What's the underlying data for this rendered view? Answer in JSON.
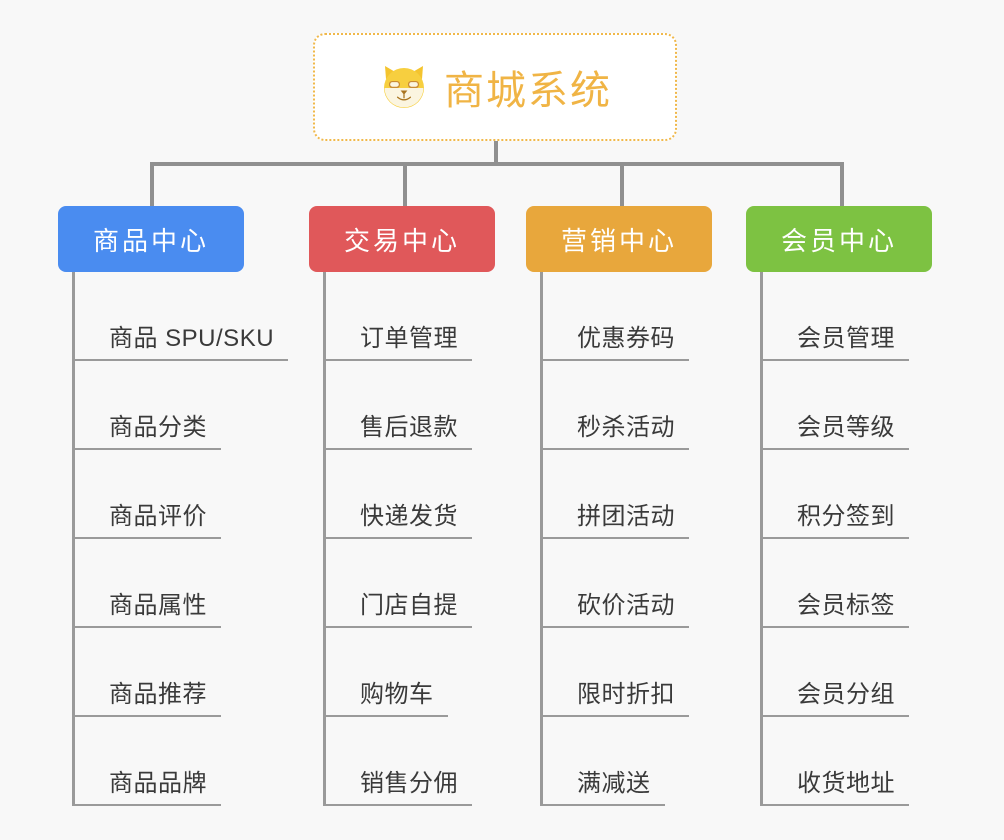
{
  "background_color": "#f8f8f8",
  "root": {
    "icon": "shiba-dog-face-emoji",
    "emoji": "🐕",
    "title": "商城系统",
    "border_color": "#f0b84a",
    "text_color": "#f0b445"
  },
  "branches": [
    {
      "title": "商品中心",
      "color": "#4a8cf0",
      "items": [
        "商品 SPU/SKU",
        "商品分类",
        "商品评价",
        "商品属性",
        "商品推荐",
        "商品品牌"
      ]
    },
    {
      "title": "交易中心",
      "color": "#e0585a",
      "items": [
        "订单管理",
        "售后退款",
        "快递发货",
        "门店自提",
        "购物车",
        "销售分佣"
      ]
    },
    {
      "title": "营销中心",
      "color": "#e8a73c",
      "items": [
        "优惠券码",
        "秒杀活动",
        "拼团活动",
        "砍价活动",
        "限时折扣",
        "满减送"
      ]
    },
    {
      "title": "会员中心",
      "color": "#7dc242",
      "items": [
        "会员管理",
        "会员等级",
        "积分签到",
        "会员标签",
        "会员分组",
        "收货地址"
      ]
    }
  ],
  "connector_color": "#909090"
}
